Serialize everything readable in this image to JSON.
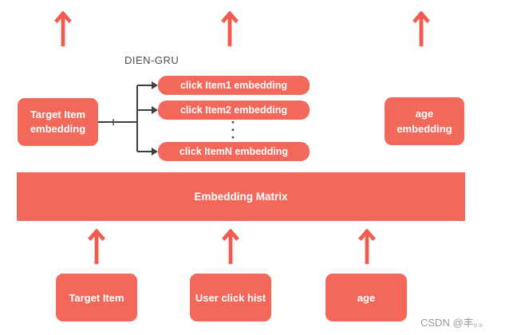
{
  "colors": {
    "box_fill": "#F2695C",
    "arrow": "#F25B4F",
    "connector_line": "#404040",
    "gru_label_text": "#4D4D4D",
    "watermark_text": "#9B9B9B",
    "box_text": "#FFFFFF",
    "background": "#FFFFFF"
  },
  "labels": {
    "gru": "DIEN-GRU",
    "watermark": "CSDN @丰。。"
  },
  "nodes": {
    "target_item_embedding": {
      "line1": "Target Item",
      "line2": "embedding"
    },
    "click_items": [
      "click Item1 embedding",
      "click Item2 embedding",
      "click ItemN embedding"
    ],
    "age_embedding": {
      "line1": "age",
      "line2": "embedding"
    },
    "embedding_matrix": "Embedding Matrix",
    "inputs": [
      "Target Item",
      "User click hist",
      "age"
    ]
  }
}
